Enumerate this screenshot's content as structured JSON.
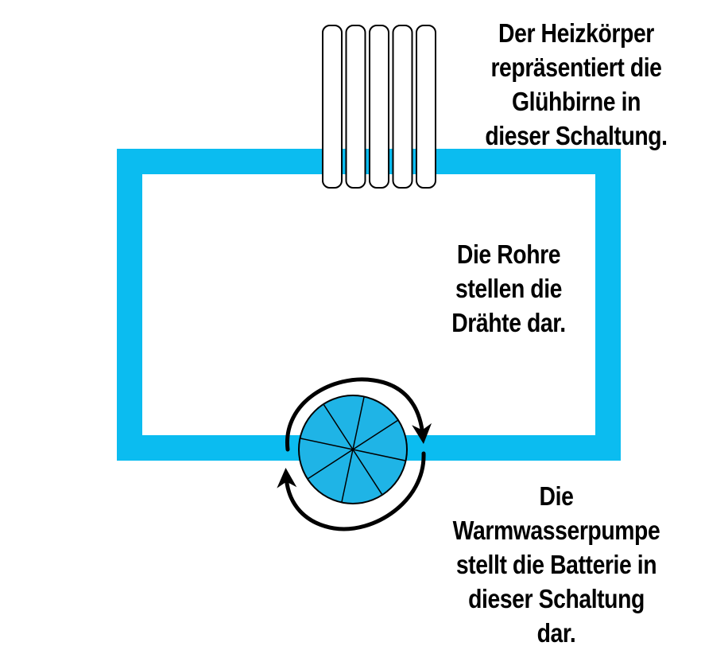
{
  "colors": {
    "pipe": "#0bbcf0",
    "pump_fill": "#1fb4e6",
    "outline": "#000000",
    "radiator_fill": "#ffffff"
  },
  "radiator": {
    "fins": 5
  },
  "pump": {
    "segments": 8
  },
  "labels": {
    "radiator": {
      "lines": [
        "Der Heizkörper",
        "repräsentiert die",
        "Glühbirne in",
        "dieser Schaltung."
      ]
    },
    "pipes": {
      "lines": [
        "Die Rohre",
        "stellen die",
        "Drähte dar."
      ]
    },
    "pump": {
      "lines": [
        "Die",
        "Warmwasserpumpe",
        "stellt die Batterie in",
        "dieser Schaltung",
        "dar."
      ]
    }
  }
}
